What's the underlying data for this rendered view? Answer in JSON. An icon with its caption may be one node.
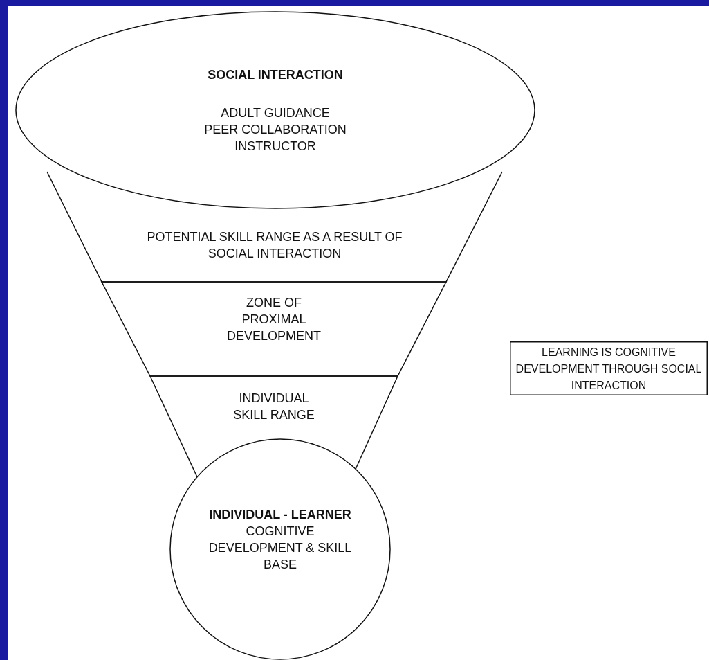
{
  "diagram": {
    "nodes": [
      {
        "text": [
          "SOCIAL INTERACTION",
          "ADULT GUIDANCE",
          "PEER COLLABORATION",
          "INSTRUCTOR"
        ]
      },
      {
        "text": [
          "POTENTIAL SKILL RANGE AS A RESULT OF SOCIAL INTERACTION"
        ]
      },
      {
        "text": [
          "ZONE OF PROXIMAL DEVELOPMENT"
        ]
      },
      {
        "text": [
          "INDIVIDUAL SKILL RANGE"
        ]
      },
      {
        "text": [
          "INDIVIDUAL - LEARNER",
          "COGNITIVE DEVELOPMENT & SKILL BASE"
        ]
      },
      {
        "text": [
          "LEARNING IS COGNITIVE DEVELOPMENT THROUGH SOCIAL INTERACTION"
        ]
      }
    ]
  }
}
